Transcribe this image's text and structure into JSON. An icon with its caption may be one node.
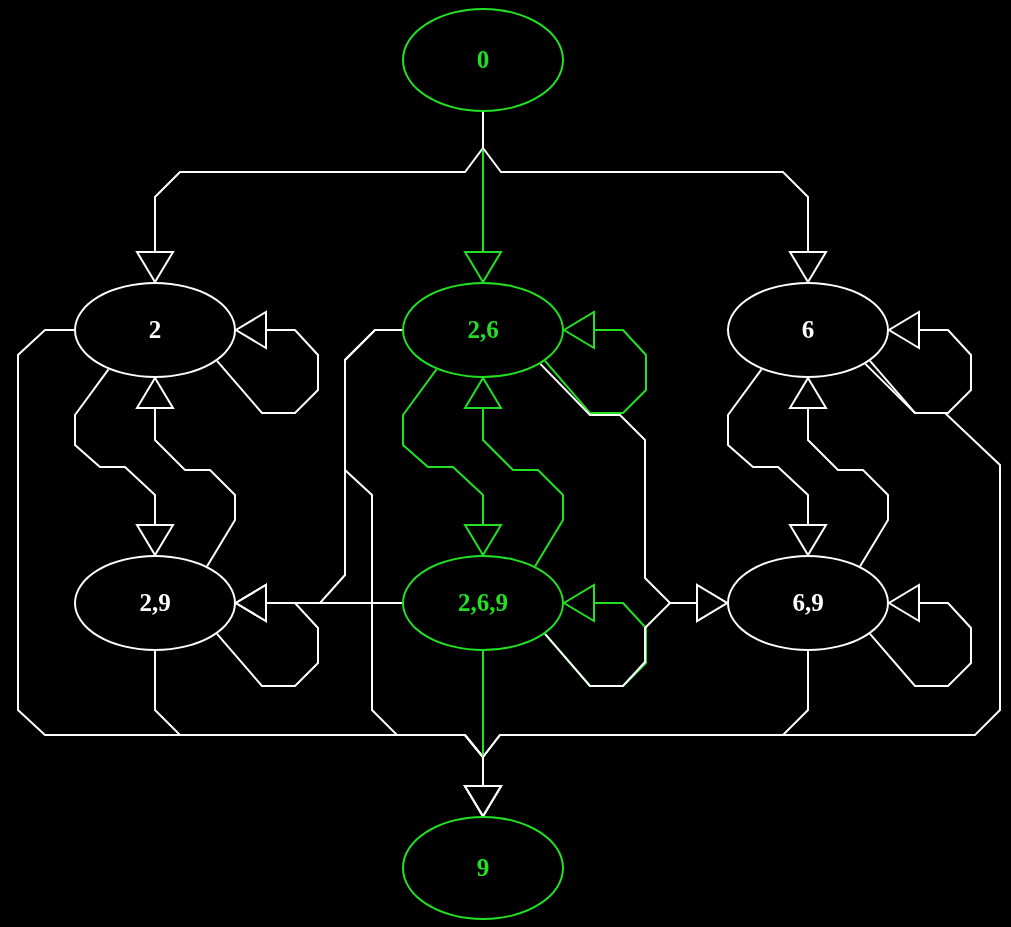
{
  "diagram": {
    "nodes": [
      {
        "text": [
          "0"
        ]
      },
      {
        "text": [
          "2"
        ]
      },
      {
        "text": [
          "2,6"
        ]
      },
      {
        "text": [
          "6"
        ]
      },
      {
        "text": [
          "2,9"
        ]
      },
      {
        "text": [
          "2,6,9"
        ]
      },
      {
        "text": [
          "6,9"
        ]
      },
      {
        "text": [
          "9"
        ]
      }
    ],
    "edges": [
      {
        "from": 0,
        "to": 1,
        "arrow": "to"
      },
      {
        "from": 0,
        "to": 2,
        "arrow": "to",
        "color": "#22e022"
      },
      {
        "from": 0,
        "to": 3,
        "arrow": "to"
      },
      {
        "from": 1,
        "to": 1,
        "arrow": "to"
      },
      {
        "from": 1,
        "to": 4,
        "arrow": "to"
      },
      {
        "from": 4,
        "to": 1,
        "arrow": "to"
      },
      {
        "from": 1,
        "to": 7,
        "arrow": "to"
      },
      {
        "from": 2,
        "to": 2,
        "arrow": "to",
        "color": "#22e022"
      },
      {
        "from": 2,
        "to": 5,
        "arrow": "to",
        "color": "#22e022"
      },
      {
        "from": 5,
        "to": 2,
        "arrow": "to",
        "color": "#22e022"
      },
      {
        "from": 2,
        "to": 4,
        "arrow": "to"
      },
      {
        "from": 2,
        "to": 7,
        "arrow": "to"
      },
      {
        "from": 2,
        "to": 6,
        "arrow": "to"
      },
      {
        "from": 3,
        "to": 3,
        "arrow": "to"
      },
      {
        "from": 3,
        "to": 6,
        "arrow": "to"
      },
      {
        "from": 6,
        "to": 3,
        "arrow": "to"
      },
      {
        "from": 3,
        "to": 7,
        "arrow": "to"
      },
      {
        "from": 4,
        "to": 4,
        "arrow": "to"
      },
      {
        "from": 4,
        "to": 7,
        "arrow": "to"
      },
      {
        "from": 5,
        "to": 5,
        "arrow": "to",
        "color": "#22e022"
      },
      {
        "from": 5,
        "to": 4,
        "arrow": "to"
      },
      {
        "from": 5,
        "to": 6,
        "arrow": "to"
      },
      {
        "from": 5,
        "to": 7,
        "arrow": "to",
        "color": "#22e022"
      },
      {
        "from": 6,
        "to": 6,
        "arrow": "to"
      },
      {
        "from": 6,
        "to": 7,
        "arrow": "to"
      }
    ]
  }
}
